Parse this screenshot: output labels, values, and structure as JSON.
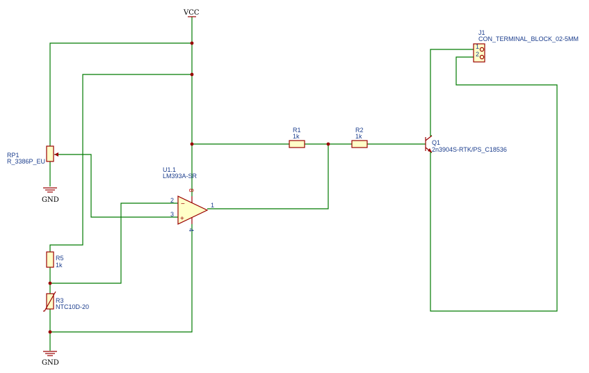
{
  "power": {
    "vcc": "VCC",
    "gnd_top": "GND",
    "gnd_bottom": "GND"
  },
  "components": {
    "rp1": {
      "ref": "RP1",
      "value": "R_3386P_EU"
    },
    "r5": {
      "ref": "R5",
      "value": "1k"
    },
    "r3": {
      "ref": "R3",
      "value": "NTC10D-20"
    },
    "u1": {
      "ref": "U1.1",
      "value": "LM393A-SR",
      "pin_minus": "2",
      "pin_plus": "3",
      "pin_out": "1",
      "pin_vcc": "8",
      "pin_gnd": "4",
      "sym_minus": "−",
      "sym_plus": "+"
    },
    "r1": {
      "ref": "R1",
      "value": "1k"
    },
    "r2": {
      "ref": "R2",
      "value": "1k"
    },
    "q1": {
      "ref": "Q1",
      "value": "2n3904S-RTK/PS_C18536"
    },
    "j1": {
      "ref": "J1",
      "value": "CON_TERMINAL_BLOCK_02-5MM",
      "pin1": "1",
      "pin2": "2"
    }
  }
}
